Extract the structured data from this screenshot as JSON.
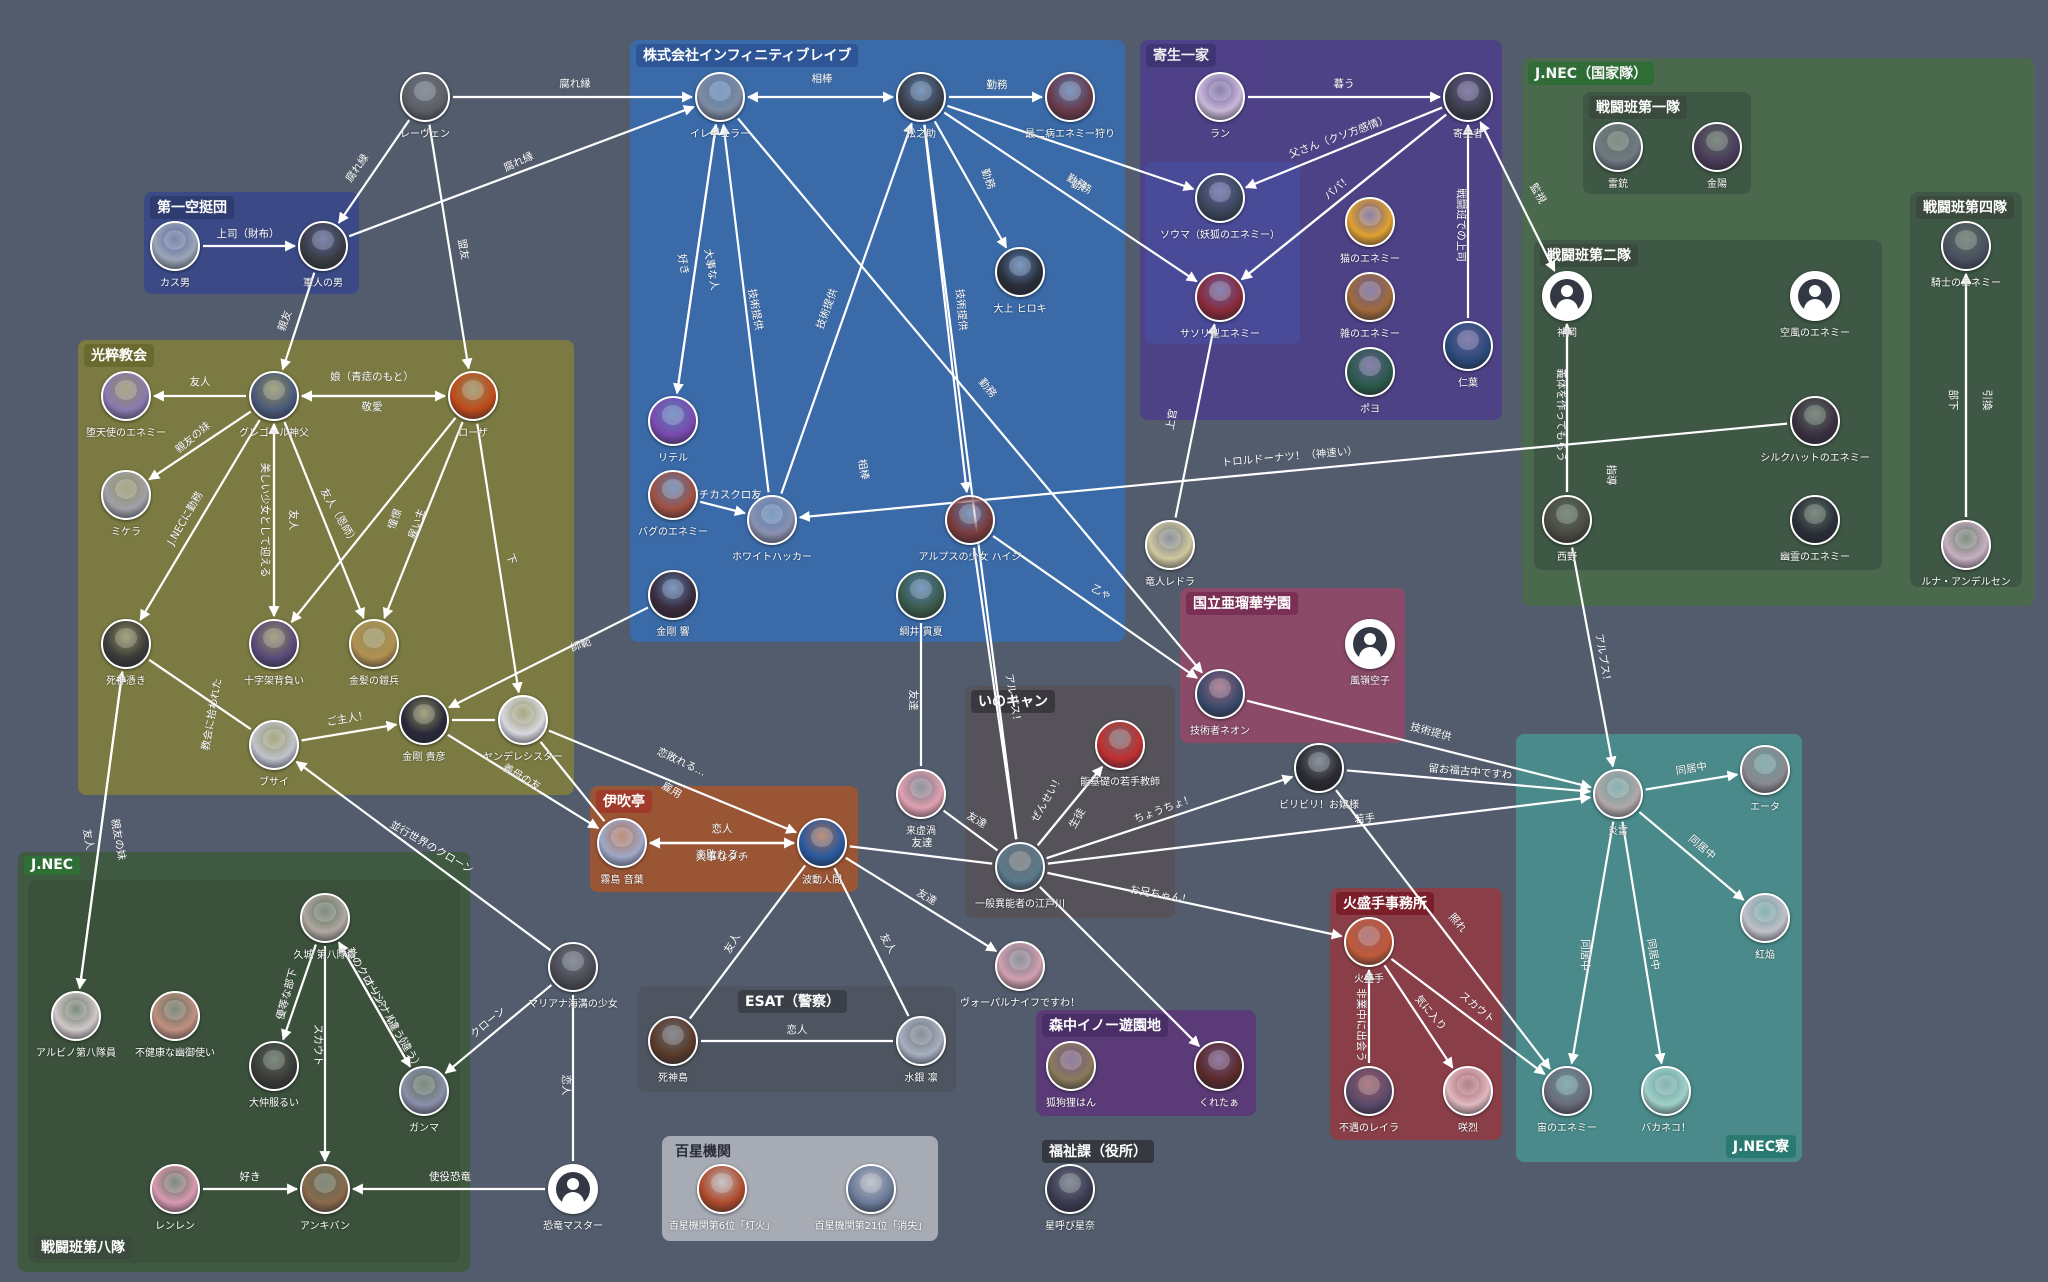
{
  "groups": [
    {
      "id": "infinity",
      "label": "株式会社インフィニティブレイブ",
      "color": "#3a6aa8",
      "label_color": "#2e5696"
    },
    {
      "id": "kisei",
      "label": "寄生一家",
      "color": "#4e3f8a",
      "label_color": "#3f3175"
    },
    {
      "id": "kisei_sub",
      "label": "",
      "color": "#4a4f9e",
      "label_color": ""
    },
    {
      "id": "jnec_kokka",
      "label": "J.NEC（国家隊）",
      "color": "#4b6a4c",
      "label_color": "#2f6e34"
    },
    {
      "id": "sento1",
      "label": "戦闘班第一隊",
      "color": "#3f5745",
      "label_color": "#3a4a3c"
    },
    {
      "id": "sento2",
      "label": "戦闘班第二隊",
      "color": "#3f5745",
      "label_color": "#3a4a3c"
    },
    {
      "id": "sento4",
      "label": "戦闘班第四隊",
      "color": "#3f5745",
      "label_color": "#3a4a3c"
    },
    {
      "id": "daiichi",
      "label": "第一空挺団",
      "color": "#3b4a86",
      "label_color": "#2f3c70"
    },
    {
      "id": "kosai",
      "label": "光粹教会",
      "color": "#7a7a42",
      "label_color": "#6a6a30"
    },
    {
      "id": "jnec_8",
      "label": "J.NEC",
      "color": "#3f5a40",
      "label_color": "#2f6e34"
    },
    {
      "id": "sento8",
      "label": "戦闘班第八隊",
      "color": "#3b513c",
      "label_color": "#3a4a3c"
    },
    {
      "id": "ibuki",
      "label": "伊吹亭",
      "color": "#9a5535",
      "label_color": "#a03a2a"
    },
    {
      "id": "ino",
      "label": "いのキャン",
      "color": "#55525a",
      "label_color": "#3a383e"
    },
    {
      "id": "kokuritsu",
      "label": "国立亜瑠華学園",
      "color": "#8a4a68",
      "label_color": "#7a2f55"
    },
    {
      "id": "esat",
      "label": "ESAT（警察）",
      "color": "#4e5560",
      "label_color": "#3a3f48"
    },
    {
      "id": "morinaka",
      "label": "森中イノー遊園地",
      "color": "#5b3a78",
      "label_color": "#4a2f66"
    },
    {
      "id": "hakusei",
      "label": "百星機関",
      "color": "#a7abb4",
      "label_color": "#a7abb4"
    },
    {
      "id": "fukushi",
      "label": "福祉課（役所）",
      "color": "",
      "label_color": "#34383f"
    },
    {
      "id": "kasei",
      "label": "火盛手事務所",
      "color": "#8a3f48",
      "label_color": "#7a1f2a"
    },
    {
      "id": "jnec_ryo",
      "label": "J.NEC寮",
      "color": "#4a8a8a",
      "label_color": "#2a7a72"
    }
  ],
  "nodes": [
    {
      "id": "raven",
      "label": "レーヴェン",
      "color": "#5c5f66"
    },
    {
      "id": "irregular",
      "label": "イレギュラー",
      "color": "#7d8aa0"
    },
    {
      "id": "matsunosuke",
      "label": "松之助",
      "color": "#3c3f48"
    },
    {
      "id": "kaminari",
      "label": "最二病エネミー狩り",
      "color": "#6a3a48"
    },
    {
      "id": "ran",
      "label": "ラン",
      "color": "#c8b7d8"
    },
    {
      "id": "kiseisha",
      "label": "寄生者",
      "color": "#3a3d48"
    },
    {
      "id": "raido",
      "label": "雷銃",
      "color": "#707a82"
    },
    {
      "id": "kanamori",
      "label": "金陽",
      "color": "#4a3c5a"
    },
    {
      "id": "kasuo",
      "label": "カス男",
      "color": "#9aa6b8"
    },
    {
      "id": "guntai",
      "label": "軍人の男",
      "color": "#3a3c44"
    },
    {
      "id": "souma",
      "label": "ソウマ（妖狐のエネミー）",
      "color": "#3a4658"
    },
    {
      "id": "neko",
      "label": "猫のエネミー",
      "color": "#e0a030"
    },
    {
      "id": "oomi",
      "label": "大上 ヒロキ",
      "color": "#2a2e38"
    },
    {
      "id": "kiji",
      "label": "雑のエネミー",
      "color": "#a06a3a"
    },
    {
      "id": "sasori",
      "label": "サソリ型エネミー",
      "color": "#8a2a3a"
    },
    {
      "id": "kimi",
      "label": "仁葉",
      "color": "#2a4a7a"
    },
    {
      "id": "pochi",
      "label": "ポヨ",
      "color": "#2a5a4a"
    },
    {
      "id": "kishi",
      "label": "騎士のエネミー",
      "color": "#4a5060"
    },
    {
      "id": "kamioka",
      "label": "神岡",
      "default": true
    },
    {
      "id": "sora",
      "label": "空風のエネミー",
      "default": true
    },
    {
      "id": "tenshi",
      "label": "堕天使のエネミー",
      "color": "#8a7ab0"
    },
    {
      "id": "gregor",
      "label": "グレゴール神父",
      "color": "#4a5a7a"
    },
    {
      "id": "rosa",
      "label": "ローザ",
      "color": "#c04a1a"
    },
    {
      "id": "ritel",
      "label": "リテル",
      "color": "#7a4ab0"
    },
    {
      "id": "silkhat",
      "label": "シルクハットのエネミー",
      "color": "#3a3040"
    },
    {
      "id": "mikera",
      "label": "ミケラ",
      "color": "#a0a0a8"
    },
    {
      "id": "bug",
      "label": "バグのエネミー",
      "color": "#a05040"
    },
    {
      "id": "white",
      "label": "ホワイトハッカー",
      "color": "#8a90b0"
    },
    {
      "id": "alps",
      "label": "アルプスの少女 ハイジ",
      "color": "#7a3a3a"
    },
    {
      "id": "ryujin",
      "label": "竜人レドラ",
      "color": "#d0c8a0"
    },
    {
      "id": "nishino",
      "label": "西野",
      "color": "#4a4a40"
    },
    {
      "id": "yurei",
      "label": "幽霊のエネミー",
      "color": "#2a2e38"
    },
    {
      "id": "luna",
      "label": "ルナ・アンデルセン",
      "color": "#c8b0c0"
    },
    {
      "id": "shinigami",
      "label": "死神憑き",
      "color": "#3a3a3a"
    },
    {
      "id": "jujika",
      "label": "十字架背負い",
      "color": "#5a4a7a"
    },
    {
      "id": "kinpatsu",
      "label": "金髪の鎧兵",
      "color": "#b09050"
    },
    {
      "id": "kongou",
      "label": "金剛 響",
      "color": "#3a2a3a"
    },
    {
      "id": "tsuji",
      "label": "綱井 貫夏",
      "color": "#3a5a4a"
    },
    {
      "id": "gijutsu",
      "label": "技術者ネオン",
      "color": "#3a4a6a"
    },
    {
      "id": "kazehana",
      "label": "風嶺空子",
      "default": true
    },
    {
      "id": "busai",
      "label": "ブサイ",
      "color": "#c0c4cc"
    },
    {
      "id": "kongou2",
      "label": "金剛 貴彦",
      "color": "#2a2a3a"
    },
    {
      "id": "yandere",
      "label": "ヤンデレシスター",
      "color": "#d8d8e0"
    },
    {
      "id": "ki",
      "label": "能基礎の若手教師",
      "color": "#c03030"
    },
    {
      "id": "biribiri",
      "label": "ビリビリ！お嬢様",
      "color": "#2a2a30"
    },
    {
      "id": "enrai",
      "label": "炎雷",
      "color": "#b0a8a8"
    },
    {
      "id": "elta",
      "label": "エータ",
      "color": "#8a8a90"
    },
    {
      "id": "kiriha",
      "label": "霧島 音葉",
      "color": "#a0a8c8"
    },
    {
      "id": "hato",
      "label": "波動人間",
      "color": "#2a5aa0"
    },
    {
      "id": "kurusu",
      "label": "来虚渦",
      "color": "#e0a0b0"
    },
    {
      "id": "edo",
      "label": "一般異能者の江戸川",
      "color": "#5a7a8a"
    },
    {
      "id": "hikari",
      "label": "紅焔",
      "color": "#c0c0c8"
    },
    {
      "id": "kuki",
      "label": "久城 第八隊員",
      "color": "#b0a8a0"
    },
    {
      "id": "mariana",
      "label": "マリアナ海溝の少女",
      "color": "#4a4a52"
    },
    {
      "id": "kashiko",
      "label": "火盛手",
      "color": "#c05a3a"
    },
    {
      "id": "albino",
      "label": "アルビノ第八隊員",
      "color": "#d0c8c8"
    },
    {
      "id": "fukenko",
      "label": "不健康な幽御使い",
      "color": "#c09080"
    },
    {
      "id": "oonaka",
      "label": "大仲服るい",
      "color": "#3a3a38"
    },
    {
      "id": "ganma",
      "label": "ガンマ",
      "color": "#8a90a8"
    },
    {
      "id": "vorpal",
      "label": "ヴォーパルナイフですわ！",
      "color": "#d0a0b0"
    },
    {
      "id": "shinigami2",
      "label": "死神島",
      "color": "#5a3a2a"
    },
    {
      "id": "mizuno",
      "label": "水銀 凛",
      "color": "#a8b0c0"
    },
    {
      "id": "hikage",
      "label": "狐狗狸はん",
      "color": "#8a7a5a"
    },
    {
      "id": "kureta",
      "label": "くれたぁ",
      "color": "#5a2a2a"
    },
    {
      "id": "fuyu",
      "label": "不遇のレイラ",
      "color": "#5a4a6a"
    },
    {
      "id": "sakurai",
      "label": "咲烈",
      "color": "#e0b8c0"
    },
    {
      "id": "yami",
      "label": "宙のエネミー",
      "color": "#6a6a78"
    },
    {
      "id": "bakaneko",
      "label": "バカネコ！",
      "color": "#a0d0c8"
    },
    {
      "id": "renren",
      "label": "レンレン",
      "color": "#d89ab0"
    },
    {
      "id": "ankiban",
      "label": "アンキバン",
      "color": "#8a6a4a"
    },
    {
      "id": "kyoryu",
      "label": "恐竜マスター",
      "default": true
    },
    {
      "id": "hyaku6",
      "label": "百星機関第6位「灯火」",
      "color": "#b04a2a"
    },
    {
      "id": "hyaku21",
      "label": "百星機関第21位「消失」",
      "color": "#6a7a98"
    },
    {
      "id": "hoshiyobi",
      "label": "星呼び星奈",
      "color": "#3a3a50"
    }
  ],
  "edges": [
    {
      "label": "腐れ縁"
    },
    {
      "label": "相棒"
    },
    {
      "label": "勤務"
    },
    {
      "label": "勤務"
    },
    {
      "label": "暮う"
    },
    {
      "label": "父さん（クソ方感情）"
    },
    {
      "label": "パパ！"
    },
    {
      "label": "腐れ縁"
    },
    {
      "label": "腐れ縁"
    },
    {
      "label": "上司（財布）"
    },
    {
      "label": "盟友"
    },
    {
      "label": "友人"
    },
    {
      "label": "娘（青痣のもと）"
    },
    {
      "label": "敬愛"
    },
    {
      "label": "親友の妹"
    },
    {
      "label": "親友"
    },
    {
      "label": "好き"
    },
    {
      "label": "大事な人"
    },
    {
      "label": "技術提供"
    },
    {
      "label": "技術提供"
    },
    {
      "label": "技術提供"
    },
    {
      "label": "勤務"
    },
    {
      "label": "勤務"
    },
    {
      "label": "勤務"
    },
    {
      "label": "勤務"
    },
    {
      "label": "監視"
    },
    {
      "label": "戦闘班での上司"
    },
    {
      "label": "上官"
    },
    {
      "label": "トロルドーナツ！（神速い）"
    },
    {
      "label": "義体を作ってもらう"
    },
    {
      "label": "指導"
    },
    {
      "label": "部下"
    },
    {
      "label": "引換"
    },
    {
      "label": "パチカスクロ友"
    },
    {
      "label": "相棒"
    },
    {
      "label": "乙ゃ"
    },
    {
      "label": "アルプス！"
    },
    {
      "label": "J.NECに勤務"
    },
    {
      "label": "美しい少女として迎える"
    },
    {
      "label": "友人"
    },
    {
      "label": "友人（恩師）"
    },
    {
      "label": "憧憬"
    },
    {
      "label": "雇い主"
    },
    {
      "label": "下"
    },
    {
      "label": "師範"
    },
    {
      "label": "ご主人！"
    },
    {
      "label": "ロリコン化"
    },
    {
      "label": "義母の友"
    },
    {
      "label": "恋敗れる…"
    },
    {
      "label": "恋人"
    },
    {
      "label": "雇用"
    },
    {
      "label": "恋敗れる…"
    },
    {
      "label": "大事なダチ"
    },
    {
      "label": "技術提供"
    },
    {
      "label": "留お福古中ですわ"
    },
    {
      "label": "若手"
    },
    {
      "label": "ちょうちょ！"
    },
    {
      "label": "アルプス！"
    },
    {
      "label": "ぜんせい！"
    },
    {
      "label": "生徒"
    },
    {
      "label": "友達"
    },
    {
      "label": "友達"
    },
    {
      "label": "同居中"
    },
    {
      "label": "同居中"
    },
    {
      "label": "友達"
    },
    {
      "label": "お兄ちゃん！"
    },
    {
      "label": "友達"
    },
    {
      "label": "友人"
    },
    {
      "label": "友人"
    },
    {
      "label": "恋人"
    },
    {
      "label": "教会に拾われた"
    },
    {
      "label": "友人"
    },
    {
      "label": "親友の妹"
    },
    {
      "label": "並行世界のクローン"
    },
    {
      "label": "クローン"
    },
    {
      "label": "私のクローン？（違う）"
    },
    {
      "label": "オリジナル？（違う）"
    },
    {
      "label": "優等な部下"
    },
    {
      "label": "スカウト"
    },
    {
      "label": "恋人"
    },
    {
      "label": "好き"
    },
    {
      "label": "使役恐竜"
    },
    {
      "label": "照れ"
    },
    {
      "label": "スカウト"
    },
    {
      "label": "気に入り"
    },
    {
      "label": "非業中に出会う"
    },
    {
      "label": "同居中"
    },
    {
      "label": "同居中"
    }
  ]
}
